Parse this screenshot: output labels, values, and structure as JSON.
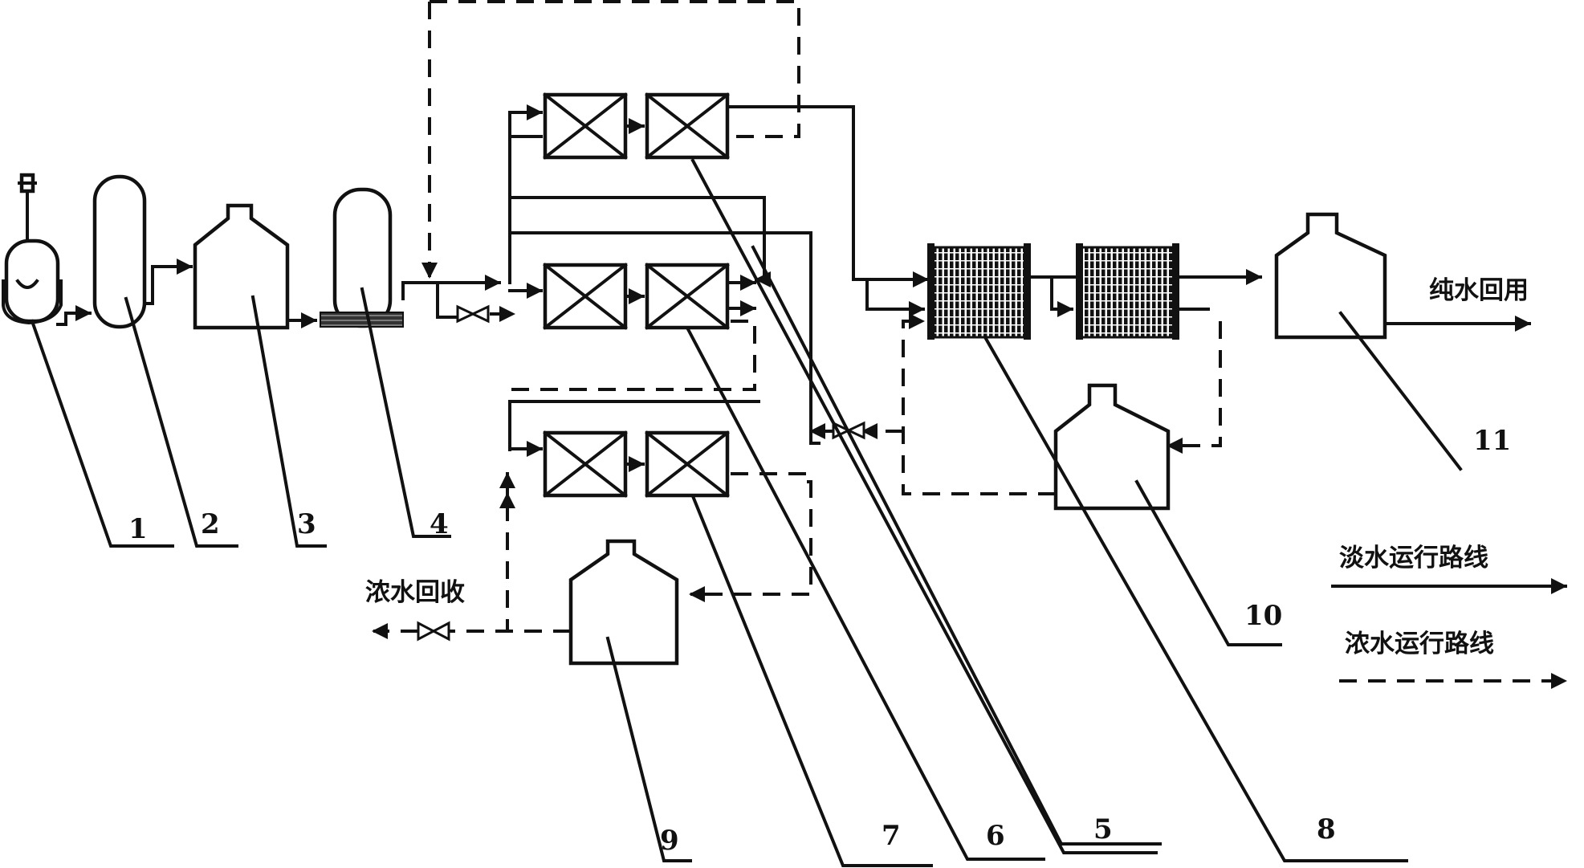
{
  "labels": {
    "pure_water_reuse": "纯水回用",
    "concentrate_recovery": "浓水回收",
    "legend_fresh": "淡水运行路线",
    "legend_concentrate": "浓水运行路线"
  },
  "numbers": [
    "1",
    "2",
    "3",
    "4",
    "5",
    "6",
    "7",
    "8",
    "9",
    "10",
    "11"
  ]
}
